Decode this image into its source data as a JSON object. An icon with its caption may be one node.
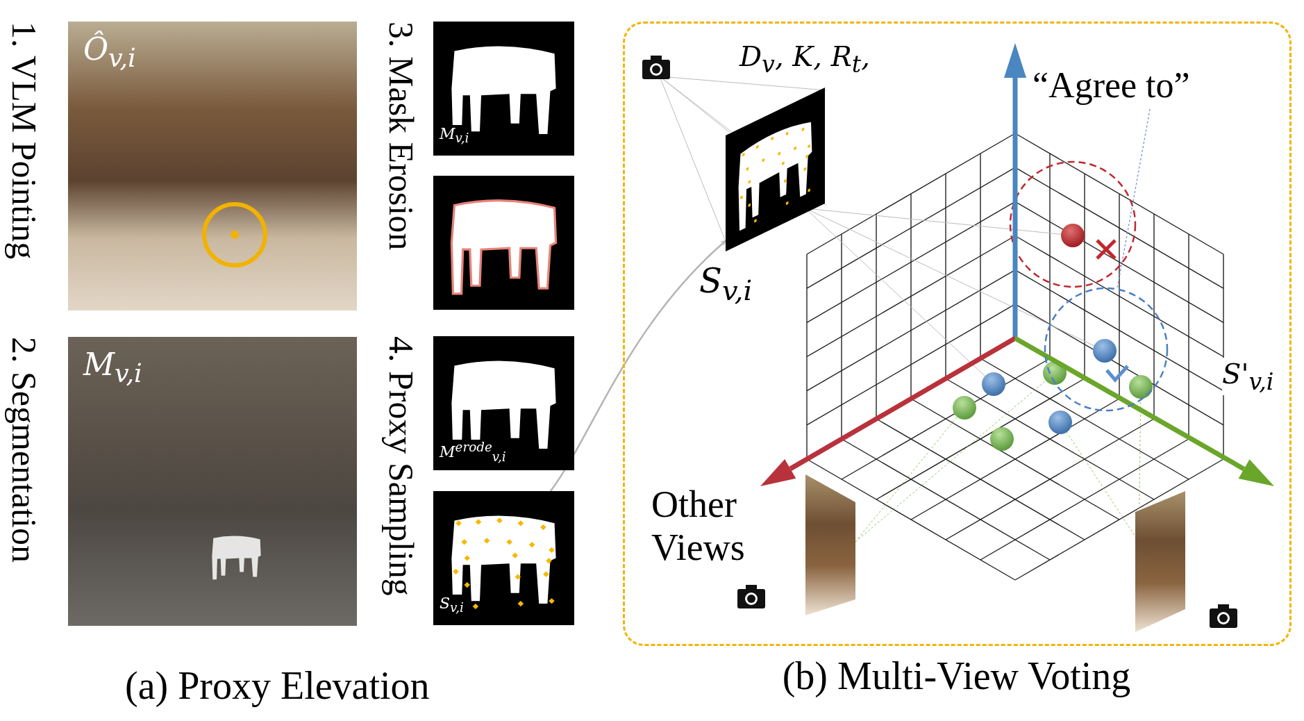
{
  "diagram": {
    "nodes": [
      {
        "text": [
          "Ô$_{v,i}$"
        ],
        "beside": [
          "1. VLM Pointing"
        ]
      },
      {
        "text": [
          "M$_{v,i}$"
        ],
        "beside": [
          "2. Segmentation"
        ]
      },
      {
        "text": [
          "M$_{v,i}$"
        ],
        "beside": [
          "3. Mask Erosion"
        ]
      },
      {
        "text": [],
        "shape": "picture"
      },
      {
        "text": [
          "M$^{erode}$$_{v,i}$"
        ],
        "beside": [
          "4. Proxy Sampling"
        ]
      },
      {
        "text": [
          "S$_{v,i}$"
        ]
      },
      {
        "text": [
          "(b) Multi-View Voting"
        ]
      },
      {
        "text": [],
        "shape": "picture",
        "beside": [
          "S$_{v,i}$"
        ],
        "in": 6
      },
      {
        "text": [
          "“Agree to”"
        ],
        "in": 6
      },
      {
        "text": [],
        "shape": "circle",
        "in": 6
      },
      {
        "text": [],
        "shape": "picture",
        "in": 6
      },
      {
        "text": [],
        "shape": "picture",
        "in": 6
      }
    ],
    "edges": [
      {
        "from": 5,
        "to": 7,
        "arrow": "to",
        "color": "#b4b4b4"
      },
      {
        "from": 8,
        "to": 9,
        "arrow": "none",
        "style": "dashed",
        "color": "#6b8fd6"
      }
    ],
    "labels": [
      "D$_{v}$, K, R$_{t}$,",
      "S'$_{v,i}$",
      "Other Views",
      "(a) Proxy Elevation"
    ]
  }
}
